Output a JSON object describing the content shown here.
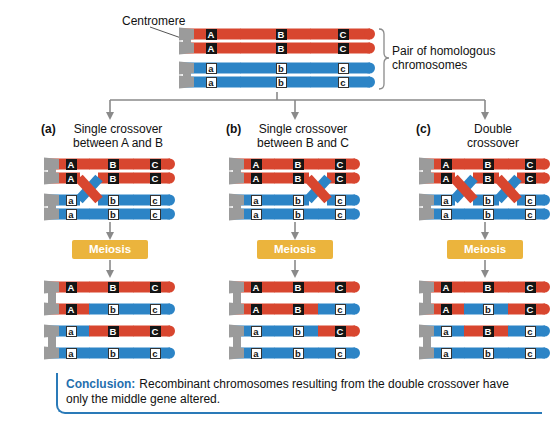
{
  "diagram": {
    "nodes": [
      {
        "text": [
          "Meiosis"
        ]
      },
      {
        "text": [
          "Meiosis"
        ]
      },
      {
        "text": [
          "Meiosis"
        ]
      },
      {
        "text": [
          "Conclusion:",
          "Recombinant chromosomes resulting from the double crossover have only the middle gene altered."
        ]
      }
    ],
    "labels": [
      "Centromere",
      "Pair of homologous chromosomes",
      "A",
      "B",
      "C",
      "A",
      "B",
      "C",
      "a",
      "b",
      "c",
      "a",
      "b",
      "c",
      "(a)",
      "Single crossover between A and B",
      "A",
      "B",
      "C",
      "A",
      "B",
      "C",
      "a",
      "b",
      "c",
      "a",
      "b",
      "c",
      "A",
      "B",
      "C",
      "A",
      "b",
      "c",
      "a",
      "B",
      "C",
      "a",
      "b",
      "c",
      "(b)",
      "Single crossover between B and C",
      "A",
      "B",
      "C",
      "A",
      "B",
      "C",
      "a",
      "b",
      "c",
      "a",
      "b",
      "c",
      "A",
      "B",
      "C",
      "A",
      "B",
      "c",
      "a",
      "b",
      "C",
      "a",
      "b",
      "c",
      "(c)",
      "Double crossover",
      "A",
      "B",
      "C",
      "A",
      "B",
      "C",
      "a",
      "b",
      "c",
      "a",
      "b",
      "c",
      "A",
      "B",
      "C",
      "A",
      "b",
      "C",
      "a",
      "B",
      "c",
      "a",
      "b",
      "c"
    ]
  }
}
